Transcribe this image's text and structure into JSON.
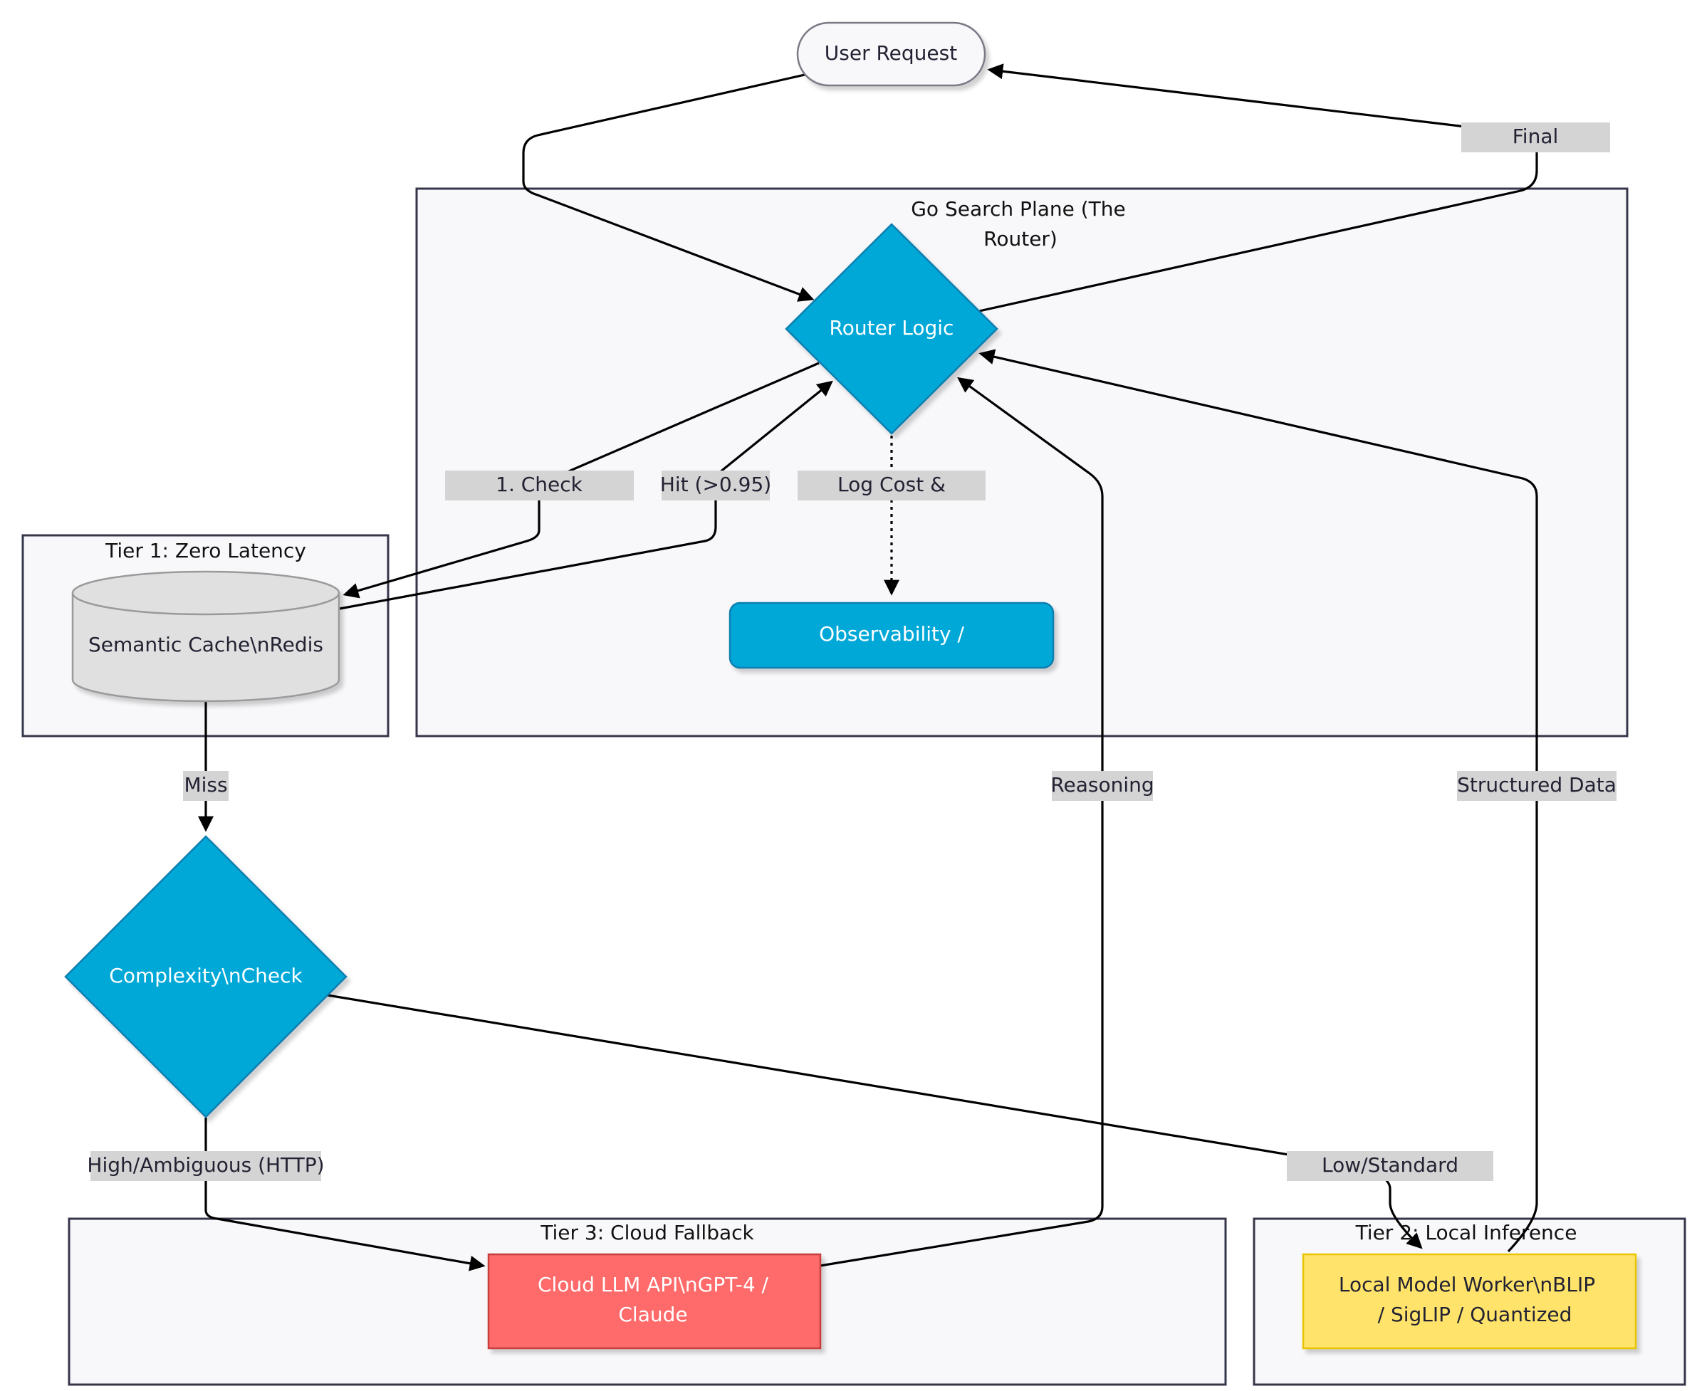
{
  "nodes": {
    "user_request": "User Request",
    "router_logic": "Router Logic",
    "observability": "Observability /",
    "semantic_cache": "Semantic Cache\\nRedis",
    "complexity_check": "Complexity\\nCheck",
    "cloud_llm_line1": "Cloud LLM API\\nGPT-4 /",
    "cloud_llm_line2": "Claude",
    "local_model_line1": "Local Model Worker\\nBLIP",
    "local_model_line2": "/ SigLIP / Quantized"
  },
  "clusters": {
    "router_line1": "Go Search Plane (The",
    "router_line2": "Router)",
    "tier1": "Tier 1: Zero Latency",
    "tier2": "Tier 2: Local Inference",
    "tier3": "Tier 3: Cloud Fallback"
  },
  "edge_labels": {
    "final": "Final",
    "check": "1. Check",
    "hit": "Hit (>0.95)",
    "log_cost": "Log Cost &",
    "miss": "Miss",
    "reasoning": "Reasoning",
    "structured_data": "Structured Data",
    "high_ambiguous": "High/Ambiguous (HTTP)",
    "low_standard": "Low/Standard"
  },
  "colors": {
    "blue_node": "#00a8d8",
    "blue_node_stroke": "#0a7fb0",
    "cloud_node": "#ff6b6b",
    "cloud_node_stroke": "#c83c3c",
    "local_node": "#ffe36b",
    "local_node_stroke": "#e8c500",
    "cache_fill": "#e0e0e0",
    "cache_stroke": "#9a9a9a"
  }
}
